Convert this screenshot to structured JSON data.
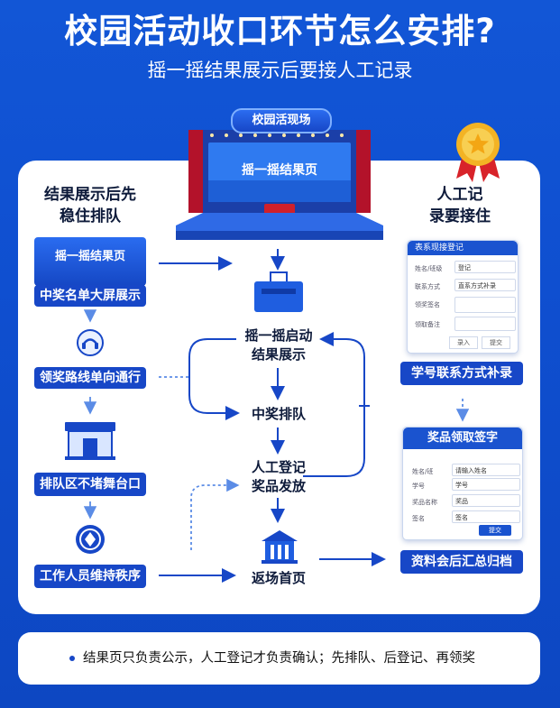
{
  "header": {
    "title": "校园活动收口环节怎么安排?",
    "subtitle": "摇一摇结果展示后要接人工记录"
  },
  "stage": {
    "sign": "校园活现场",
    "screen_title": "摇一摇结果页"
  },
  "left": {
    "heading_line1": "结果展示后先",
    "heading_line2": "稳住排队",
    "screen_card_title": "摇一摇结果页",
    "items": [
      "中奖名单大屏展示",
      "领奖路线单向通行",
      "排队区不堵舞台口",
      "工作人员维持秩序"
    ]
  },
  "center": {
    "steps": [
      {
        "line1": "摇一摇启动",
        "line2": "结果展示"
      },
      {
        "line1": "中奖排队",
        "line2": ""
      },
      {
        "line1": "人工登记",
        "line2": "奖品发放"
      },
      {
        "line1": "返场首页",
        "line2": ""
      }
    ]
  },
  "right": {
    "heading_line1": "人工记",
    "heading_line2": "录要接住",
    "form1": {
      "header": "表系现接登记",
      "rows": [
        {
          "label": "姓名/班级",
          "value": "登记"
        },
        {
          "label": "联系方式",
          "value": "直系方式补录"
        },
        {
          "label": "领奖签名",
          "value": ""
        },
        {
          "label": "领取备注",
          "value": ""
        }
      ],
      "buttons": [
        "录入",
        "提交"
      ]
    },
    "form1_label": "学号联系方式补录",
    "form2": {
      "title": "奖品领取签字",
      "rows": [
        {
          "label": "姓名/班",
          "value": "请输入姓名"
        },
        {
          "label": "学号",
          "value": "学号"
        },
        {
          "label": "奖品名称",
          "value": "奖品"
        },
        {
          "label": "签名",
          "value": "签名"
        }
      ],
      "button": "提交"
    },
    "archive": "资料会后汇总归档"
  },
  "footer": {
    "note": "结果页只负责公示，人工登记才负责确认；先排队、后登记、再领奖"
  },
  "colors": {
    "background": "#1256d6",
    "accent_blue": "#1747c7",
    "text_dark": "#0d1a3a",
    "card_border": "#c9d6ee"
  }
}
